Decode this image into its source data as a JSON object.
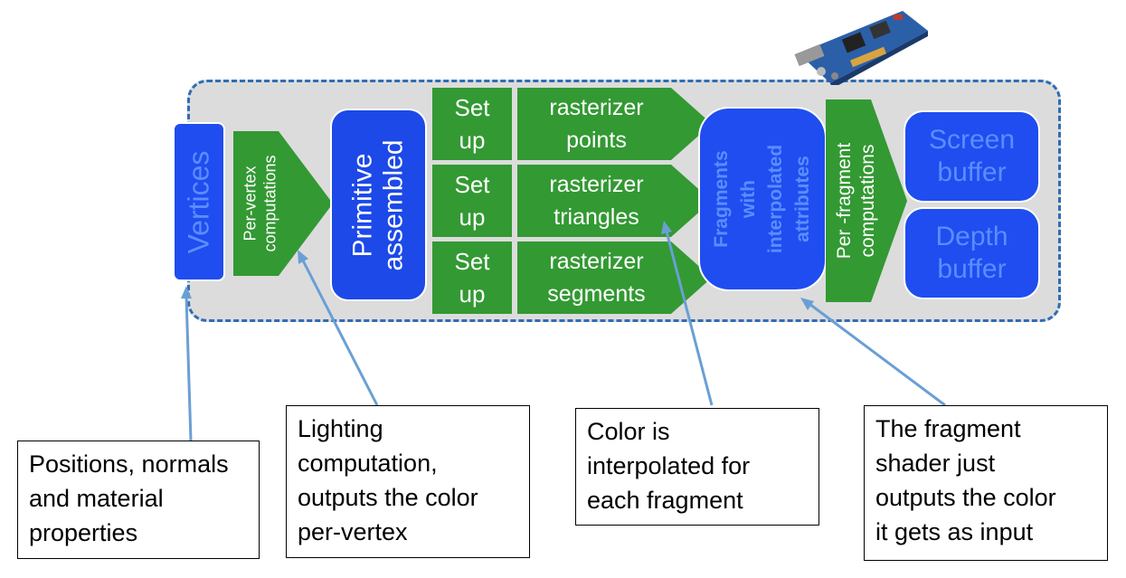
{
  "stages": {
    "vertices": "Vertices",
    "per_vertex": [
      "Per-vertex",
      "computations"
    ],
    "primitive": [
      "Primitive",
      "assembled"
    ],
    "setup_points": [
      "Set",
      "up"
    ],
    "setup_triangles": [
      "Set",
      "up"
    ],
    "setup_segments": [
      "Set",
      "up"
    ],
    "rasterizer_points": [
      "rasterizer",
      "points"
    ],
    "rasterizer_triangles": [
      "rasterizer",
      "triangles"
    ],
    "rasterizer_segments": [
      "rasterizer",
      "segments"
    ],
    "fragments": [
      "Fragments",
      "with",
      "interpolated",
      "attributes"
    ],
    "per_fragment": [
      "Per -fragment",
      "computations"
    ],
    "screen_buffer": [
      "Screen",
      "buffer"
    ],
    "depth_buffer": [
      "Depth",
      "buffer"
    ]
  },
  "notes": {
    "positions": [
      "Positions, normals",
      "and material",
      "properties"
    ],
    "lighting": [
      "Lighting",
      "computation,",
      "outputs the color",
      "per-vertex"
    ],
    "color": [
      "Color is",
      "interpolated for",
      "each fragment"
    ],
    "shader": [
      "The fragment",
      "shader just",
      "outputs the color",
      "it gets as input"
    ]
  },
  "colors": {
    "blue_box": "#1f4df0",
    "green_box": "#339933",
    "pipeline_bg": "#dcdcdc",
    "dashed_border": "#2e6db4",
    "pointer_line": "#6a9fd4"
  }
}
